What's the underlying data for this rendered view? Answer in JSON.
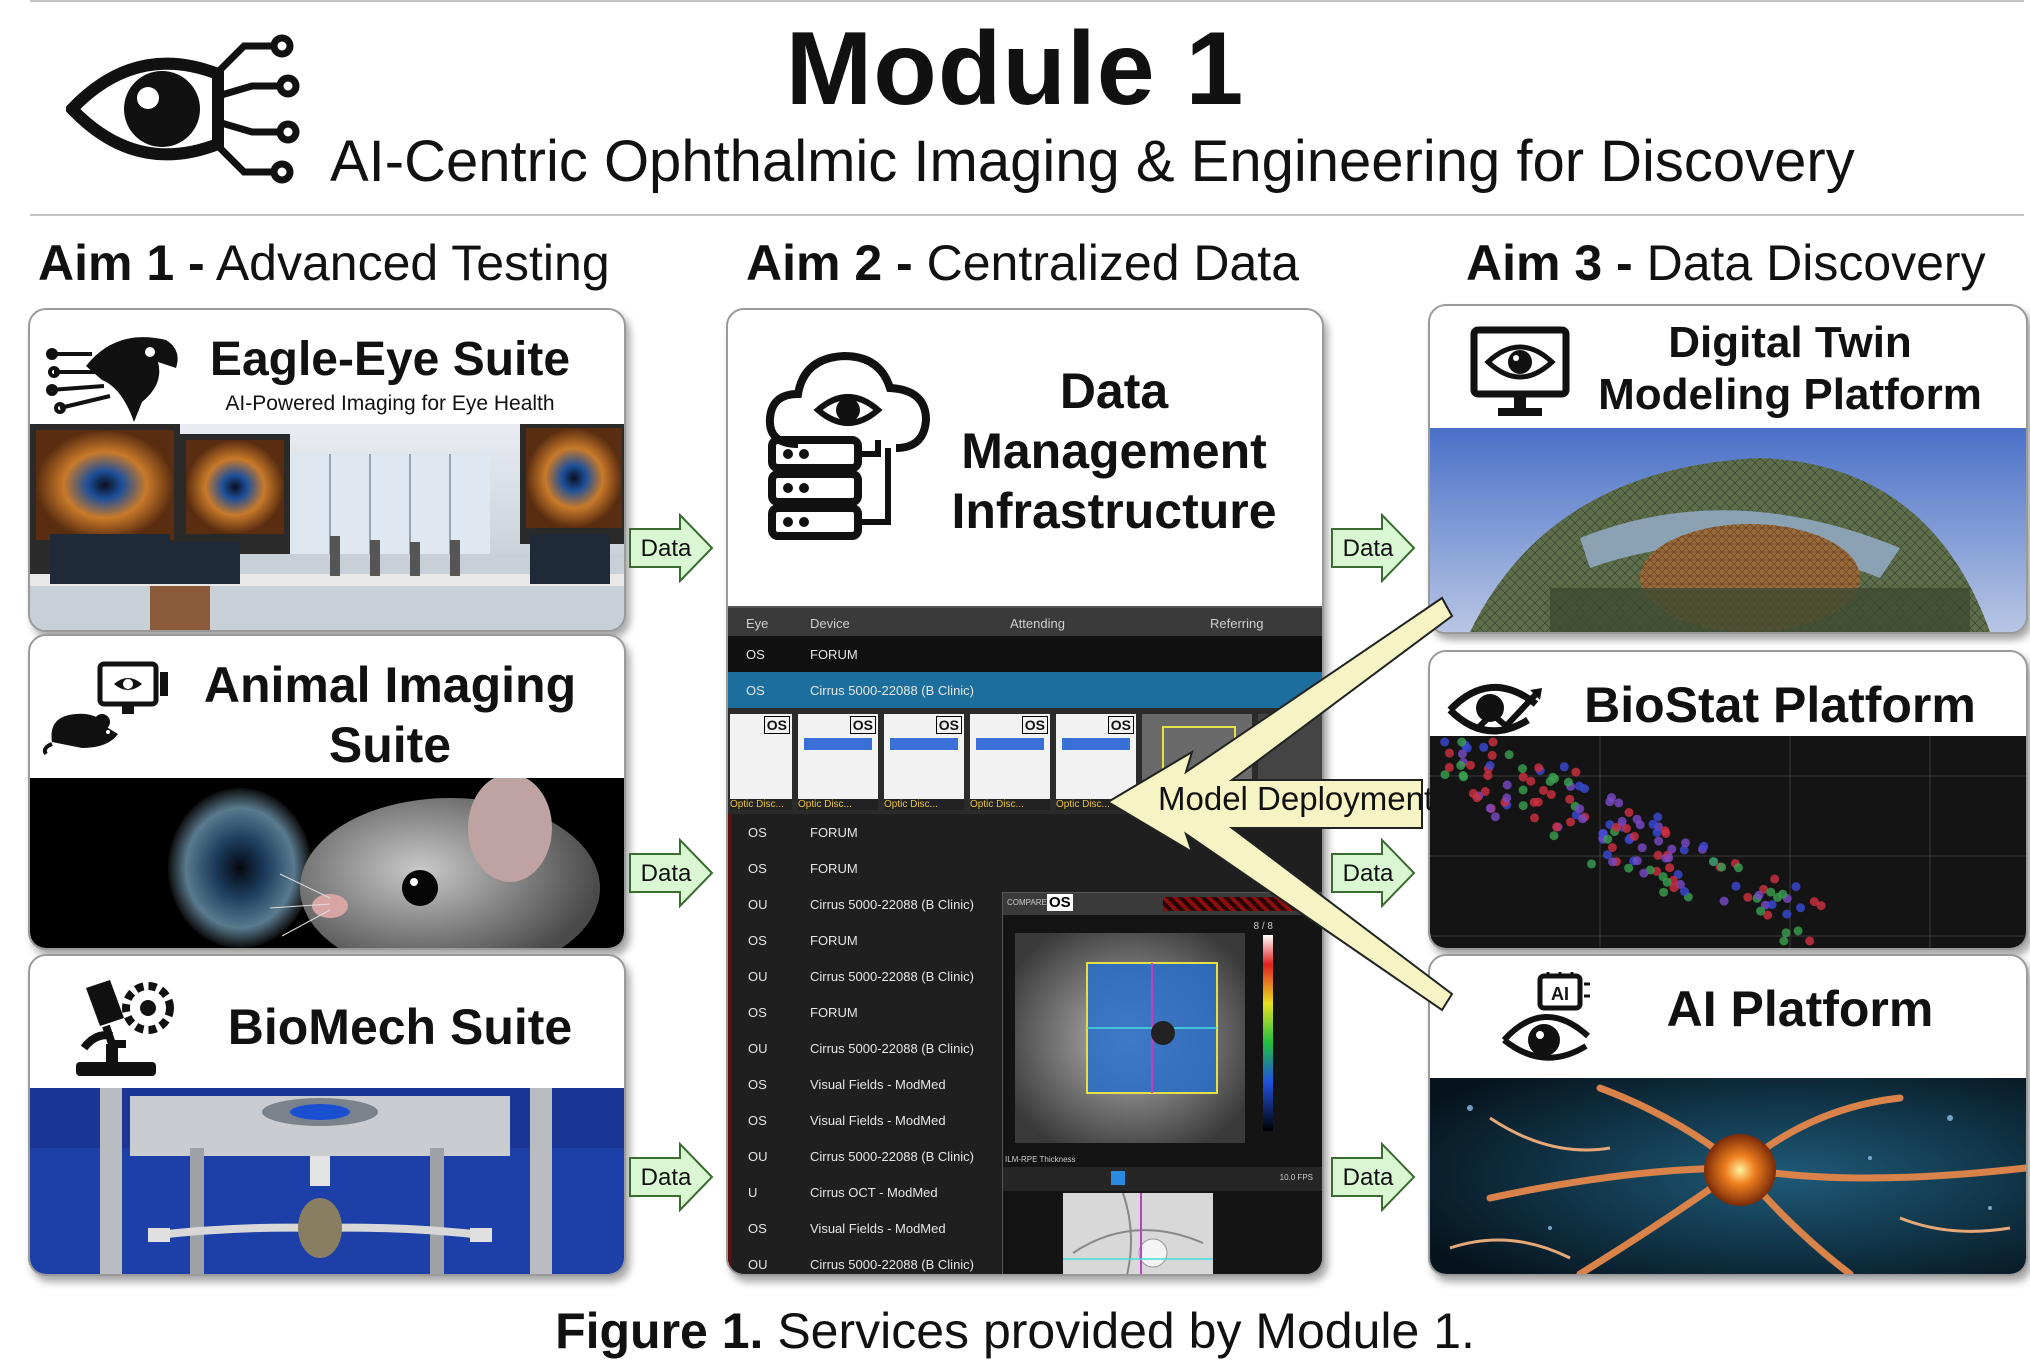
{
  "header": {
    "title": "Module 1",
    "subtitle": "AI-Centric Ophthalmic Imaging & Engineering for Discovery",
    "logo_icon": "eye-circuit-icon"
  },
  "aims": [
    {
      "bold": "Aim 1 -",
      "text": " Advanced Testing"
    },
    {
      "bold": "Aim 2 -",
      "text": " Centralized Data"
    },
    {
      "bold": "Aim 3 -",
      "text": " Data Discovery"
    }
  ],
  "aim1": {
    "eagle": {
      "title": "Eagle-Eye Suite",
      "subtitle": "AI-Powered Imaging for Eye Health",
      "icon": "eagle-circuit-icon"
    },
    "animal": {
      "title_line1": "Animal Imaging",
      "title_line2": "Suite",
      "icon": "mouse-monitor-icon"
    },
    "biomech": {
      "title": "BioMech Suite",
      "icon": "microscope-gear-icon"
    }
  },
  "aim2": {
    "title_line1": "Data",
    "title_line2": "Management",
    "title_line3": "Infrastructure",
    "icon": "cloud-server-eye-icon",
    "table": {
      "headers": [
        "Eye",
        "Device",
        "Attending",
        "Referring"
      ],
      "top_rows": [
        {
          "eye": "OS",
          "device": "FORUM"
        },
        {
          "eye": "OS",
          "device": "Cirrus 5000-22088 (B Clinic)"
        }
      ],
      "thumb_badge": "OS",
      "thumb_label": "Optic Disc...",
      "rows": [
        {
          "eye": "OS",
          "device": "FORUM"
        },
        {
          "eye": "OS",
          "device": "FORUM"
        },
        {
          "eye": "OU",
          "device": "Cirrus 5000-22088 (B Clinic)"
        },
        {
          "eye": "OS",
          "device": "FORUM"
        },
        {
          "eye": "OU",
          "device": "Cirrus 5000-22088 (B Clinic)"
        },
        {
          "eye": "OS",
          "device": "FORUM"
        },
        {
          "eye": "OU",
          "device": "Cirrus 5000-22088 (B Clinic)"
        },
        {
          "eye": "OS",
          "device": "Visual Fields - ModMed"
        },
        {
          "eye": "OS",
          "device": "Visual Fields - ModMed"
        },
        {
          "eye": "OU",
          "device": "Cirrus 5000-22088 (B Clinic)"
        },
        {
          "eye": "U",
          "device": "Cirrus OCT - ModMed"
        },
        {
          "eye": "OS",
          "device": "Visual Fields - ModMed"
        },
        {
          "eye": "OU",
          "device": "Cirrus 5000-22088 (B Clinic)"
        }
      ],
      "viewer": {
        "compare": "COMPARE",
        "eye": "OS",
        "page": "8 / 8",
        "layer": "ILM-RPE Thickness",
        "fps": "10.0 FPS"
      }
    }
  },
  "aim3": {
    "twin": {
      "title_line1": "Digital Twin",
      "title_line2": "Modeling Platform",
      "icon": "monitor-eye-icon"
    },
    "biostat": {
      "title": "BioStat Platform",
      "icon": "eye-chart-icon"
    },
    "ai": {
      "title": "AI Platform",
      "icon": "ai-chip-eye-icon",
      "chip_text": "AI"
    }
  },
  "arrows": {
    "data_label": "Data",
    "deployment_label": "Model Deployment"
  },
  "caption": {
    "bold": "Figure 1.",
    "text": " Services provided by Module 1."
  },
  "colors": {
    "data_arrow_fill": "#d9f7d2",
    "data_arrow_stroke": "#3a6b30",
    "deploy_arrow_fill": "#f6f3c4",
    "selected_row": "#1c6e9c"
  }
}
